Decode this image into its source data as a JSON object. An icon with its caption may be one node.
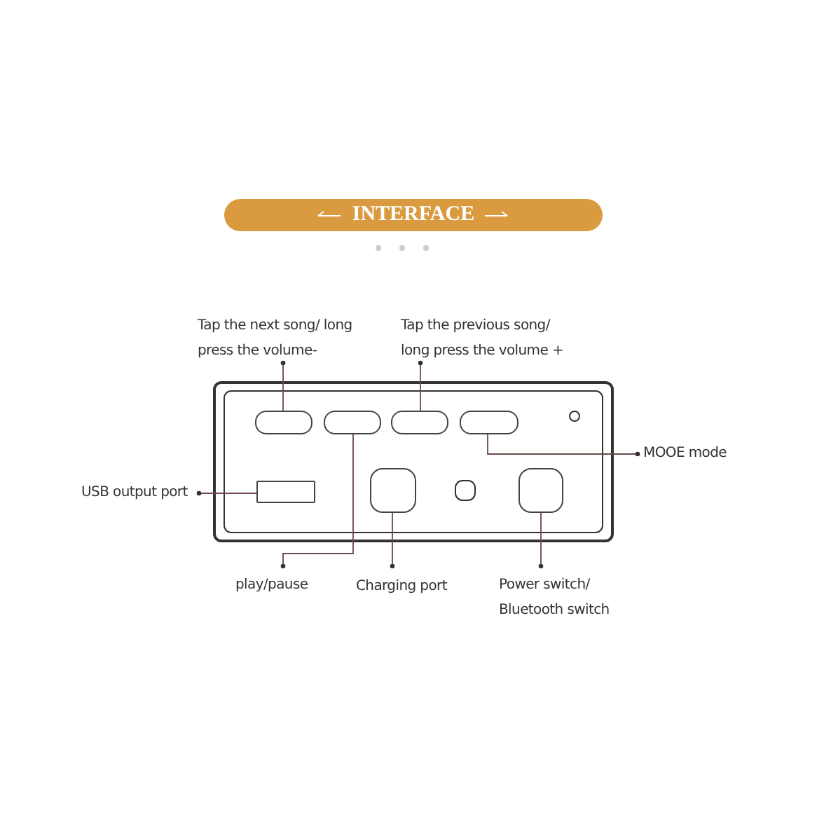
{
  "diagram": {
    "title": "INTERFACE",
    "nodes": [
      {
        "text": [
          "Tap the next song/ long press the volume-"
        ]
      },
      {
        "text": [
          "Tap the previous song/ long press the volume +"
        ]
      },
      {
        "text": [],
        "shape": "pill"
      },
      {
        "text": [],
        "shape": "pill"
      },
      {
        "text": [],
        "shape": "pill"
      },
      {
        "text": [],
        "shape": "pill"
      },
      {
        "text": [
          "MOOE mode"
        ]
      },
      {
        "text": [
          "USB output port"
        ]
      },
      {
        "text": [],
        "shape": "box"
      },
      {
        "text": [],
        "shape": "square"
      },
      {
        "text": [],
        "shape": "square"
      },
      {
        "text": [
          "play/pause"
        ]
      },
      {
        "text": [
          "Charging port"
        ]
      },
      {
        "text": [
          "Power switch/ Bluetooth switch"
        ]
      }
    ],
    "edges": [
      {
        "from": 0,
        "to": 2,
        "arrow": "other"
      },
      {
        "from": 1,
        "to": 4,
        "arrow": "other"
      },
      {
        "from": 6,
        "to": 5,
        "arrow": "other"
      },
      {
        "from": 7,
        "to": 8,
        "arrow": "other"
      },
      {
        "from": 11,
        "to": 3,
        "arrow": "other"
      },
      {
        "from": 12,
        "to": 9,
        "arrow": "other"
      },
      {
        "from": 13,
        "to": 10,
        "arrow": "other"
      }
    ]
  }
}
